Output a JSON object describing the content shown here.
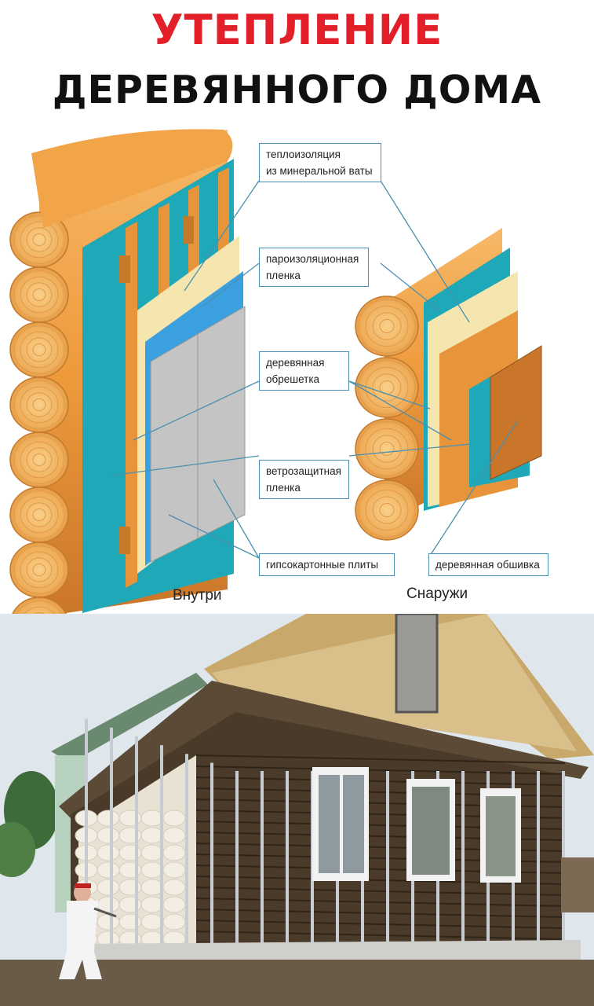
{
  "title": {
    "line1": "УТЕПЛЕНИЕ",
    "line2": "ДЕРЕВЯННОГО ДОМА"
  },
  "diagram": {
    "callouts": [
      {
        "id": "insulation",
        "lines": [
          "теплоизоляция",
          "из минеральной ваты"
        ]
      },
      {
        "id": "vapor-barrier",
        "lines": [
          "пароизоляционная",
          "пленка"
        ]
      },
      {
        "id": "lathing",
        "lines": [
          "деревянная",
          "обрешетка"
        ]
      },
      {
        "id": "wind-barrier",
        "lines": [
          "ветрозащитная",
          "пленка"
        ]
      },
      {
        "id": "drywall",
        "lines": [
          "гипсокартонные плиты"
        ]
      },
      {
        "id": "wood-siding",
        "lines": [
          "деревянная обшивка"
        ]
      }
    ],
    "inside_label": "Внутри",
    "outside_label": "Снаружи"
  },
  "colors": {
    "title_red": "#e3202a",
    "log": "#f0a040",
    "membrane": "#1fa8b8",
    "vapor": "#3aa0e0",
    "drywall": "#c4c4c4",
    "insulation": "#f5e6b0",
    "callout_border": "#4a8fb0"
  },
  "photo": {
    "description_icon": "house-photo"
  }
}
